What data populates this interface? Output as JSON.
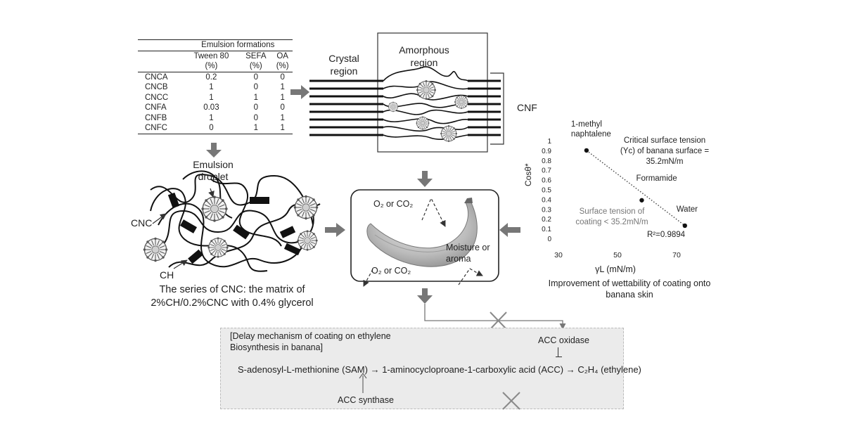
{
  "table": {
    "group_header": "Emulsion formations",
    "columns": [
      "Tween 80\n(%)",
      "SEFA\n(%)",
      "OA\n(%)"
    ],
    "rows": [
      {
        "name": "CNCA",
        "values": [
          "0.2",
          "0",
          "0"
        ]
      },
      {
        "name": "CNCB",
        "values": [
          "1",
          "0",
          "1"
        ]
      },
      {
        "name": "CNCC",
        "values": [
          "1",
          "1",
          "1"
        ]
      },
      {
        "name": "CNFA",
        "values": [
          "0.03",
          "0",
          "0"
        ]
      },
      {
        "name": "CNFB",
        "values": [
          "1",
          "0",
          "1"
        ]
      },
      {
        "name": "CNFC",
        "values": [
          "0",
          "1",
          "1"
        ]
      }
    ]
  },
  "cnf_panel": {
    "crystal_label": "Crystal\nregion",
    "amorphous_label": "Amorphous\nregion",
    "cnf_label": "CNF"
  },
  "cnc_panel": {
    "emulsion_label": "Emulsion\ndroplet",
    "cnc_label": "CNC",
    "ch_label": "CH",
    "caption": "The series of CNC: the matrix of\n2%CH/0.2%CNC with 0.4% glycerol"
  },
  "banana_panel": {
    "gas_top_label": "O₂ or CO₂",
    "gas_bottom_label": "O₂ or CO₂",
    "moisture_label": "Moisture or\naroma"
  },
  "wettability_chart": {
    "caption": "Improvement of wettability of coating onto\nbanana skin",
    "annotations": {
      "critical": "Critical surface tension\n(Yc) of banana surface =\n35.2mN/m",
      "surface_tension": "Surface tension of\ncoating < 35.2mN/m",
      "r_squared": "R²=0.9894"
    }
  },
  "chart_data": {
    "type": "scatter",
    "xlabel": "γL (mN/m)",
    "ylabel": "Cosθ*",
    "x_ticks": [
      "30",
      "50",
      "70"
    ],
    "y_ticks": [
      "0",
      "0.1",
      "0.2",
      "0.3",
      "0.4",
      "0.5",
      "0.6",
      "0.7",
      "0.8",
      "0.9",
      "1"
    ],
    "xlim": [
      30,
      80
    ],
    "ylim": [
      0,
      1
    ],
    "grid": false,
    "trendline": "linear dotted",
    "points": [
      {
        "label": "1-methyl\nnaphtalene",
        "x": 39.5,
        "y": 0.9
      },
      {
        "label": "Formamide",
        "x": 58.2,
        "y": 0.39
      },
      {
        "label": "Water",
        "x": 72.8,
        "y": 0.13
      }
    ]
  },
  "mechanism": {
    "title": "[Delay mechanism of coating on ethylene\nBiosynthesis in banana]",
    "pathway": "S-adenosyl-L-methionine (SAM) → 1-aminocycloproane-1-carboxylic acid (ACC) → C₂H₄ (ethylene)",
    "oxidase": "ACC oxidase",
    "synthase": "ACC synthase"
  }
}
